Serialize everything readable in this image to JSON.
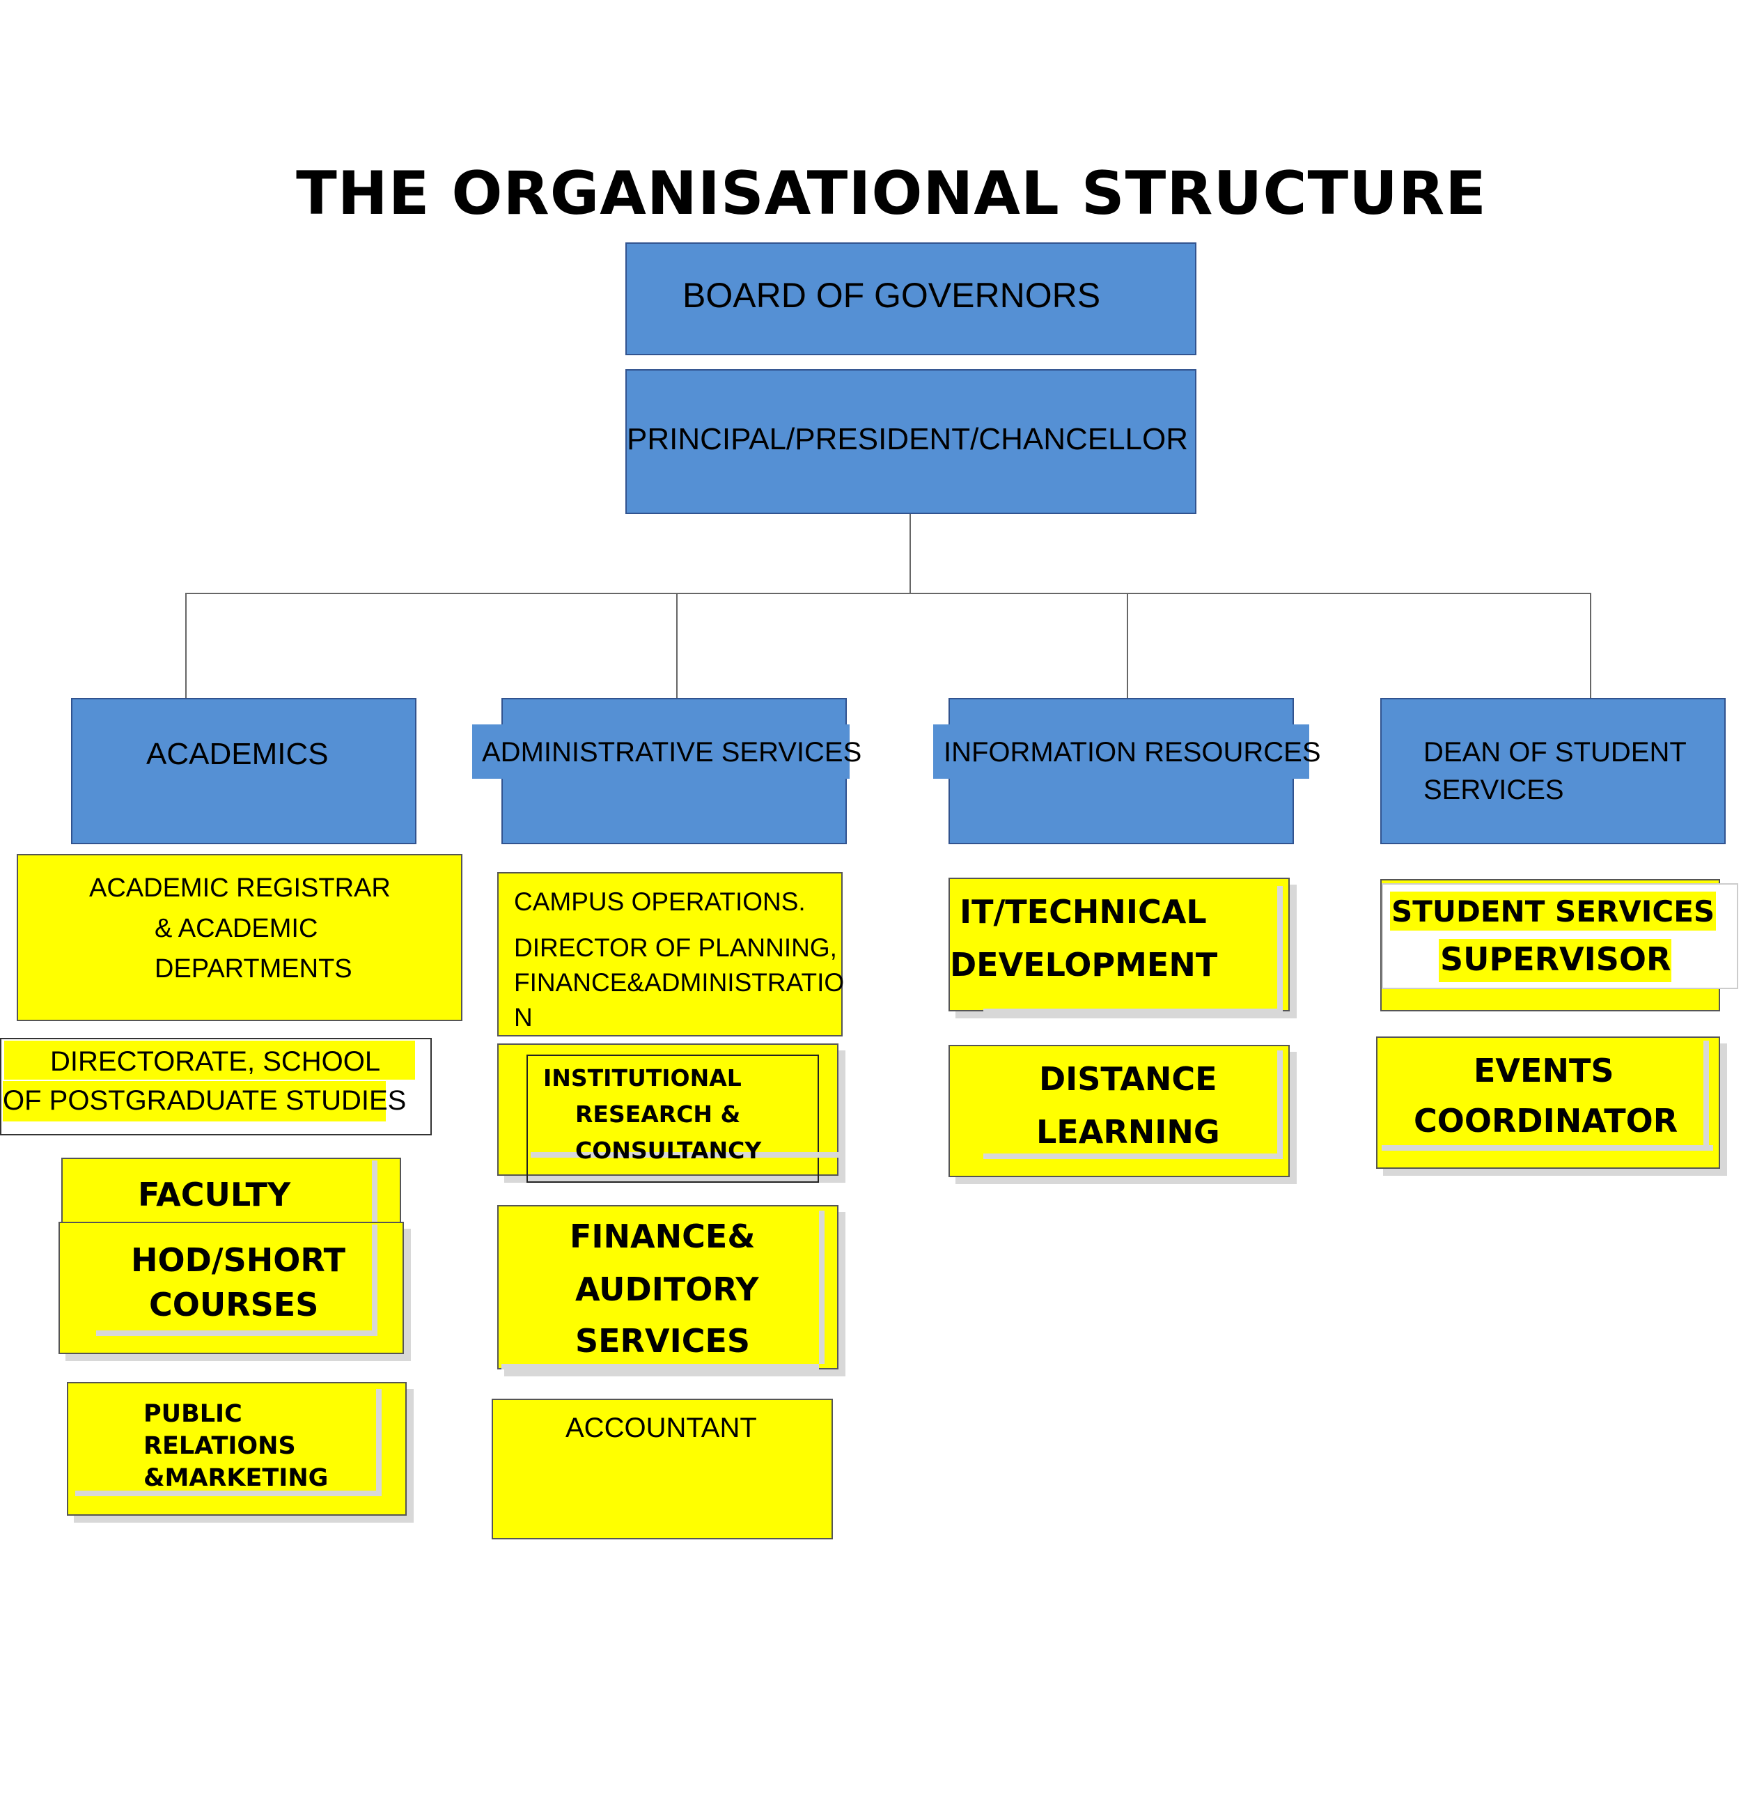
{
  "title": "THE ORGANISATIONAL STRUCTURE",
  "top": {
    "board": "BOARD OF GOVERNORS",
    "principal": "PRINCIPAL/PRESIDENT/CHANCELLOR"
  },
  "departments": {
    "academics": "ACADEMICS",
    "admin": "ADMINISTRATIVE SERVICES",
    "info": "INFORMATION RESOURCES",
    "dean_line1": "DEAN OF STUDENT",
    "dean_line2": "SERVICES"
  },
  "academics_units": {
    "registrar_line1": "ACADEMIC REGISTRAR",
    "registrar_line2": "& ACADEMIC",
    "registrar_line3": "DEPARTMENTS",
    "directorate_line1": "DIRECTORATE, SCHOOL",
    "directorate_line2": "OF POSTGRADUATE STUDIES",
    "faculty": "FACULTY",
    "hod_line1": "HOD/SHORT",
    "hod_line2": "COURSES",
    "pr_line1": "PUBLIC",
    "pr_line2": "RELATIONS",
    "pr_line3": "&MARKETING"
  },
  "admin_units": {
    "campus": "CAMPUS OPERATIONS.",
    "director_line1": "DIRECTOR OF PLANNING,",
    "director_line2": "FINANCE&ADMINISTRATIO",
    "director_line3": "N",
    "research_line1": "INSTITUTIONAL",
    "research_line2": "RESEARCH  &",
    "research_line3": "CONSULTANCY",
    "finance_line1": "FINANCE&",
    "finance_line2": "AUDITORY",
    "finance_line3": "SERVICES",
    "accountant": "ACCOUNTANT"
  },
  "info_units": {
    "it_line1": "IT/TECHNICAL",
    "it_line2": "DEVELOPMENT",
    "distance_line1": "DISTANCE",
    "distance_line2": "LEARNING"
  },
  "student_units": {
    "supervisor_line1": "STUDENT SERVICES",
    "supervisor_line2": "SUPERVISOR",
    "events_line1": "EVENTS",
    "events_line2": "COORDINATOR"
  },
  "colors": {
    "blue_box": "#5590d4",
    "yellow_box": "#ffff00"
  }
}
